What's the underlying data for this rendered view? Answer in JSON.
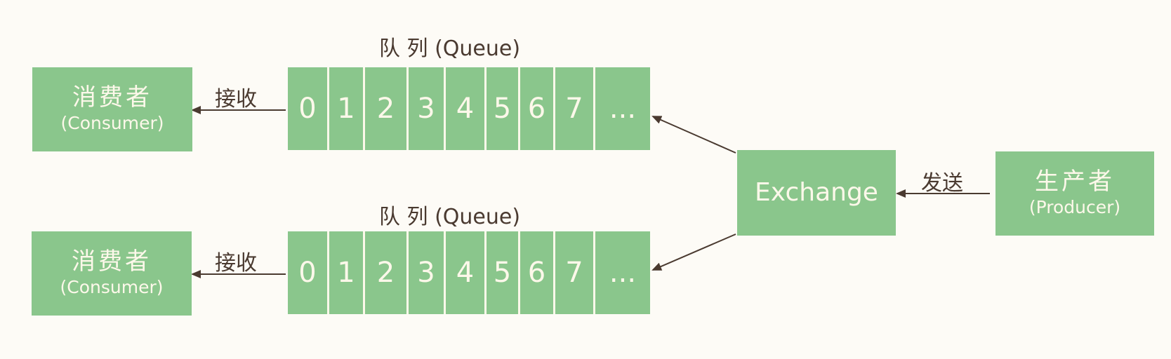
{
  "queue_title": "队 列 (Queue)",
  "queue_cells": [
    "0",
    "1",
    "2",
    "3",
    "4",
    "5",
    "6",
    "7",
    "..."
  ],
  "consumer": {
    "name": "消费者",
    "sub": "(Consumer)"
  },
  "producer": {
    "name": "生产者",
    "sub": "(Producer)"
  },
  "exchange": "Exchange",
  "edge_receive": "接收",
  "edge_send": "发送",
  "colors": {
    "box_fill": "#8ac68c",
    "box_text": "#fdf8ea",
    "arrow": "#4a3a30"
  }
}
